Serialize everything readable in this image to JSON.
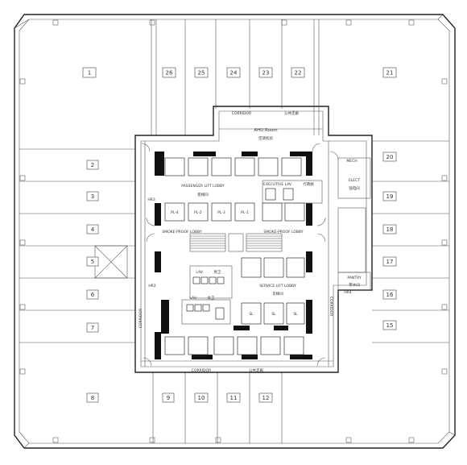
{
  "units": [
    {
      "id": "u1",
      "label": "1"
    },
    {
      "id": "u2",
      "label": "2"
    },
    {
      "id": "u3",
      "label": "3"
    },
    {
      "id": "u4",
      "label": "4"
    },
    {
      "id": "u5",
      "label": "5"
    },
    {
      "id": "u6",
      "label": "6"
    },
    {
      "id": "u7",
      "label": "7"
    },
    {
      "id": "u8",
      "label": "8"
    },
    {
      "id": "u9",
      "label": "9"
    },
    {
      "id": "u10",
      "label": "10"
    },
    {
      "id": "u11",
      "label": "11"
    },
    {
      "id": "u12",
      "label": "12"
    },
    {
      "id": "u15",
      "label": "15"
    },
    {
      "id": "u16",
      "label": "16"
    },
    {
      "id": "u17",
      "label": "17"
    },
    {
      "id": "u18",
      "label": "18"
    },
    {
      "id": "u19",
      "label": "19"
    },
    {
      "id": "u20",
      "label": "20"
    },
    {
      "id": "u21",
      "label": "21"
    },
    {
      "id": "u22",
      "label": "22"
    },
    {
      "id": "u23",
      "label": "23"
    },
    {
      "id": "u24",
      "label": "24"
    },
    {
      "id": "u25",
      "label": "25"
    },
    {
      "id": "u26",
      "label": "26"
    }
  ],
  "labels": {
    "corridor_top": "CORRIDOR",
    "corridor_top_cn": "公共走廊",
    "ahu_room": "AHU Room",
    "ahu_room_cn": "空调机房",
    "passenger_lobby": "PASSENGER LIFT LOBBY",
    "passenger_lobby_cn": "客梯间",
    "service_lobby": "SERVICE LIFT LOBBY",
    "service_lobby_cn": "货梯间",
    "executive_lav": "EXECUTIVE LAV.",
    "executive_lav_cn": "行政厕",
    "elect": "ELECT",
    "elect_cn": "强电间",
    "mech": "MECH",
    "pantry": "PANTRY",
    "pantry_cn": "茶水间",
    "corridor_bottom": "CORRIDOR",
    "corridor_bottom_cn": "公共走廊",
    "corridor_left": "CORRIDOR",
    "corridor_right": "CORRIDOR",
    "pl4": "PL-4",
    "pl2": "PL-2",
    "pl3": "PL-3",
    "pl1": "PL-1",
    "sl": "SL",
    "lav_left": "LAV.",
    "lav_left_cn": "男卫",
    "lav_right": "LAV.",
    "lav_right_cn": "女卫",
    "smoke_lobby": "SMOKE-PROOF LOBBY",
    "hr3": "HR3",
    "hr2": "HR2",
    "hr4": "HR4"
  }
}
